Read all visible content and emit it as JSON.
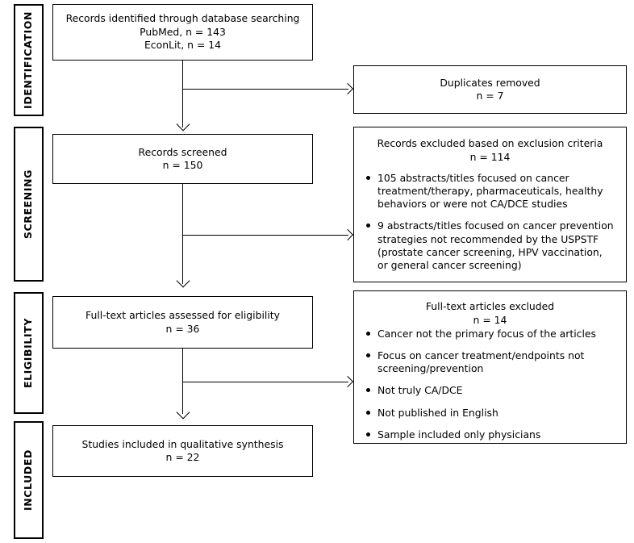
{
  "diagram": {
    "title": "PRISMA study selection flow diagram",
    "bullet_glyph": "•",
    "arrow_down_icon": "arrow-down-icon",
    "arrow_right_icon": "arrow-right-icon"
  },
  "phases": [
    {
      "id": "identification",
      "label": "IDENTIFICATION"
    },
    {
      "id": "screening",
      "label": "SCREENING"
    },
    {
      "id": "eligibility",
      "label": "ELIGIBILITY"
    },
    {
      "id": "included",
      "label": "INCLUDED"
    }
  ],
  "boxes": {
    "identified": {
      "line1": "Records identified through database searching",
      "line2": "PubMed, n = 143",
      "line3": "EconLit, n = 14"
    },
    "duplicates": {
      "line1": "Duplicates removed",
      "line2": "n = 7"
    },
    "screened": {
      "line1": "Records screened",
      "line2": "n = 150"
    },
    "records_excluded": {
      "line1": "Records excluded based on exclusion criteria",
      "line2": "n = 114",
      "bullets": [
        "105 abstracts/titles focused on cancer treatment/therapy, pharmaceuticals, healthy behaviors or were not CA/DCE studies",
        "9 abstracts/titles focused on cancer prevention strategies not recommended by the USPSTF (prostate cancer screening, HPV vaccination, or general cancer screening)"
      ]
    },
    "fulltext_assessed": {
      "line1": "Full-text articles assessed for eligibility",
      "line2": "n = 36"
    },
    "fulltext_excluded": {
      "line1": "Full-text articles excluded",
      "line2": "n = 14",
      "bullets": [
        "Cancer not the primary focus of the articles",
        "Focus on cancer treatment/endpoints not screening/prevention",
        "Not truly CA/DCE",
        "Not published in English",
        "Sample included only physicians"
      ]
    },
    "included_studies": {
      "line1": "Studies included in qualitative synthesis",
      "line2": "n = 22"
    }
  },
  "colors": {
    "stroke": "#000000",
    "background": "#ffffff",
    "text": "#000000"
  }
}
